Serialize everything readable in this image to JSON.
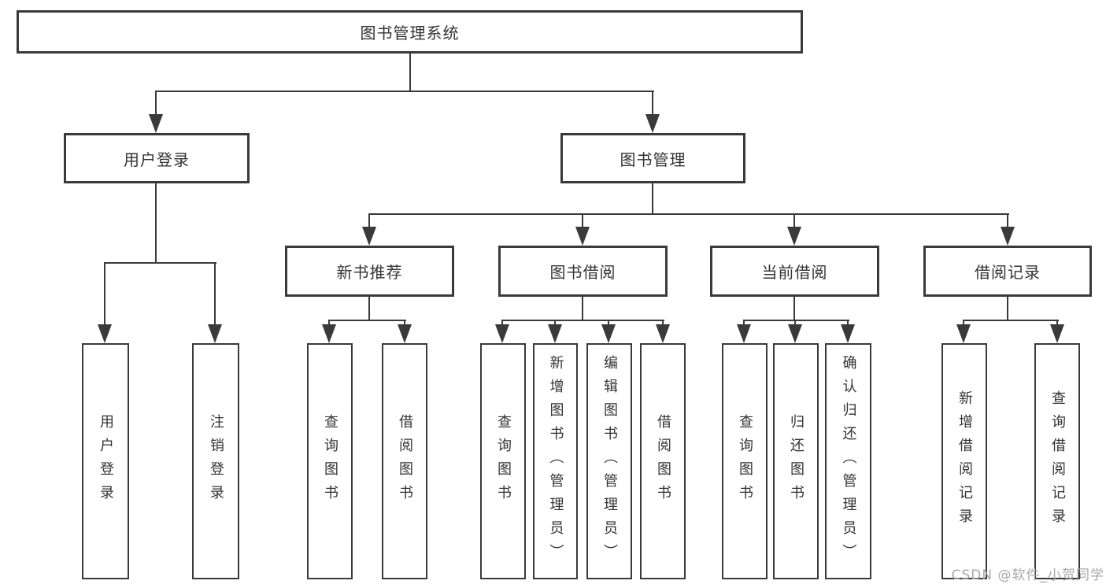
{
  "tree": {
    "label": "图书管理系统",
    "children": [
      {
        "label": "用户登录",
        "children": [
          {
            "label": "用户登录"
          },
          {
            "label": "注销登录"
          }
        ]
      },
      {
        "label": "图书管理",
        "children": [
          {
            "label": "新书推荐",
            "children": [
              {
                "label": "查询图书"
              },
              {
                "label": "借阅图书"
              }
            ]
          },
          {
            "label": "图书借阅",
            "children": [
              {
                "label": "查询图书"
              },
              {
                "label": "新增图书（管理员）"
              },
              {
                "label": "编辑图书（管理员）"
              },
              {
                "label": "借阅图书"
              }
            ]
          },
          {
            "label": "当前借阅",
            "children": [
              {
                "label": "查询图书"
              },
              {
                "label": "归还图书"
              },
              {
                "label": "确认归还（管理员）"
              }
            ]
          },
          {
            "label": "借阅记录",
            "children": [
              {
                "label": "新增借阅记录"
              },
              {
                "label": "查询借阅记录"
              }
            ]
          }
        ]
      }
    ]
  },
  "watermark": "CSDN @软件_小贺同学",
  "colors": {
    "line": "#3a3a3a",
    "text": "#333333",
    "watermark": "#a8a8a8",
    "background": "#ffffff"
  }
}
